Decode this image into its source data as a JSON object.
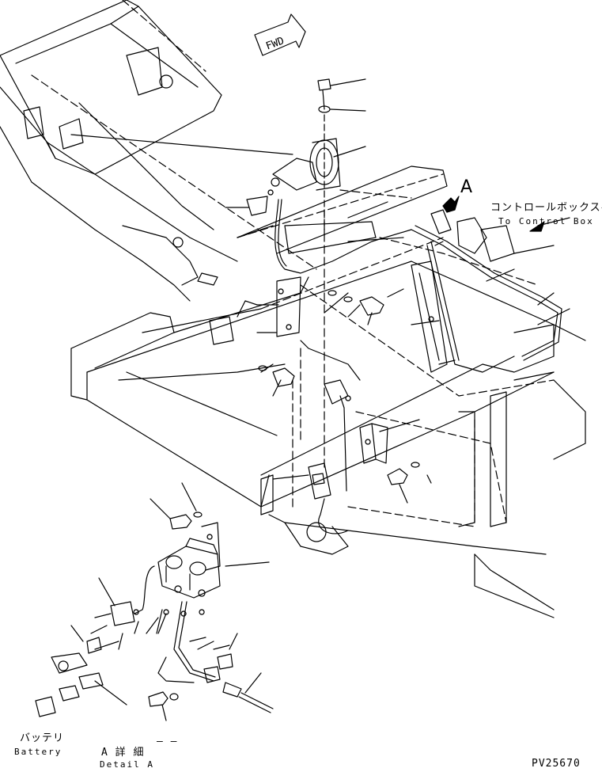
{
  "fwd_label": "FWD",
  "detail_marker": "A",
  "to_control_box_jp": "コントロールボックスへ",
  "to_control_box_en": "To Control Box",
  "battery_jp": "バッテリ",
  "battery_en": "Battery",
  "detail_a_jp": "A 詳 細",
  "detail_a_en": "Detail A",
  "detail_a_dash": "– –",
  "drawing_code": "PV25670",
  "line_color": "#000000",
  "background_color": "#ffffff"
}
